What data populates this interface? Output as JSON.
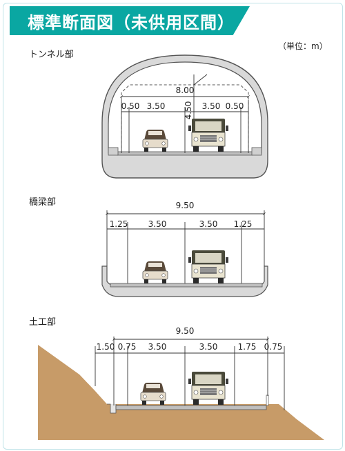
{
  "title": "標準断面図（未供用区間）",
  "unit_note": "（単位：m）",
  "tunnel": {
    "label": "トンネル部",
    "total_width": "8.00",
    "height": "4.50",
    "segments": [
      "0.50",
      "3.50",
      "3.50",
      "0.50"
    ]
  },
  "bridge": {
    "label": "橋梁部",
    "total_width": "9.50",
    "segments": [
      "1.25",
      "3.50",
      "3.50",
      "1.25"
    ]
  },
  "earthwork": {
    "label": "土工部",
    "total_width": "9.50",
    "segments": [
      "1.50",
      "0.75",
      "3.50",
      "3.50",
      "1.75",
      "0.75"
    ]
  },
  "colors": {
    "banner": "#0aa7a2",
    "structure": "#d9d9d9",
    "soil": "#c79b68",
    "road": "#bfbfbf"
  }
}
